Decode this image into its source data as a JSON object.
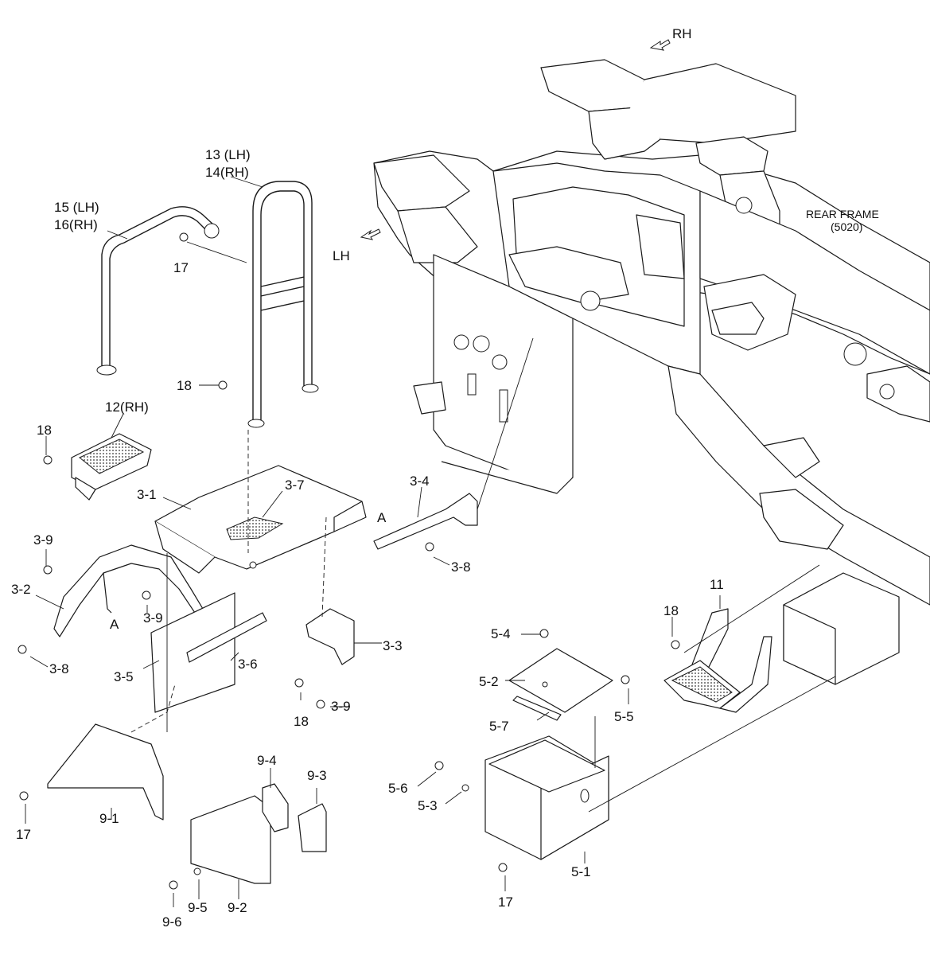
{
  "direction_labels": {
    "rh": "RH",
    "lh": "LH"
  },
  "rear_frame": {
    "line1": "REAR FRAME",
    "line2": "(5020)"
  },
  "callouts": {
    "p13": "13 (LH)",
    "p14": "14(RH)",
    "p15": "15 (LH)",
    "p16": "16(RH)",
    "p17_top": "17",
    "p18_handrail": "18",
    "p12": "12(RH)",
    "p18_step": "18",
    "p3_1": "3-1",
    "p3_7": "3-7",
    "p3_4": "3-4",
    "a_right": "A",
    "p3_8_right": "3-8",
    "p3_9_left": "3-9",
    "p3_2": "3-2",
    "p3_9_center": "3-9",
    "a_left": "A",
    "p3_8_left": "3-8",
    "p3_5": "3-5",
    "p3_6": "3-6",
    "p3_3": "3-3",
    "p18_bracket": "18",
    "p3_9_bottom": "3-9",
    "p11": "11",
    "p18_rightstep": "18",
    "p5_4": "5-4",
    "p5_2": "5-2",
    "p5_5": "5-5",
    "p5_7": "5-7",
    "p5_6": "5-6",
    "p5_3": "5-3",
    "p5_1": "5-1",
    "p17_box": "17",
    "p9_4": "9-4",
    "p9_3": "9-3",
    "p17_cover": "17",
    "p9_1": "9-1",
    "p9_6": "9-6",
    "p9_5": "9-5",
    "p9_2": "9-2"
  }
}
